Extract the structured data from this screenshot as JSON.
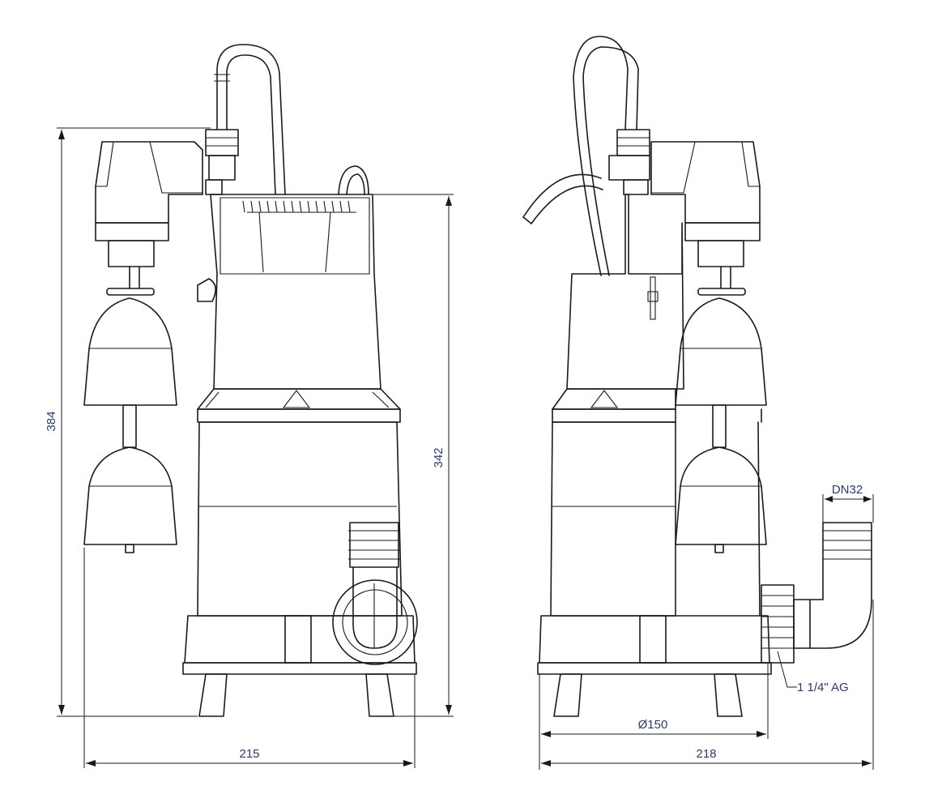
{
  "colors": {
    "line": "#1a1a1a",
    "dimension_text": "#2b3a7a",
    "background": "#ffffff"
  },
  "dimensions": {
    "overall_height": "384",
    "body_height": "342",
    "front_width": "215",
    "diameter": "Ø150",
    "side_width": "218",
    "hose_size": "DN32",
    "thread": "1 1/4\" AG"
  }
}
